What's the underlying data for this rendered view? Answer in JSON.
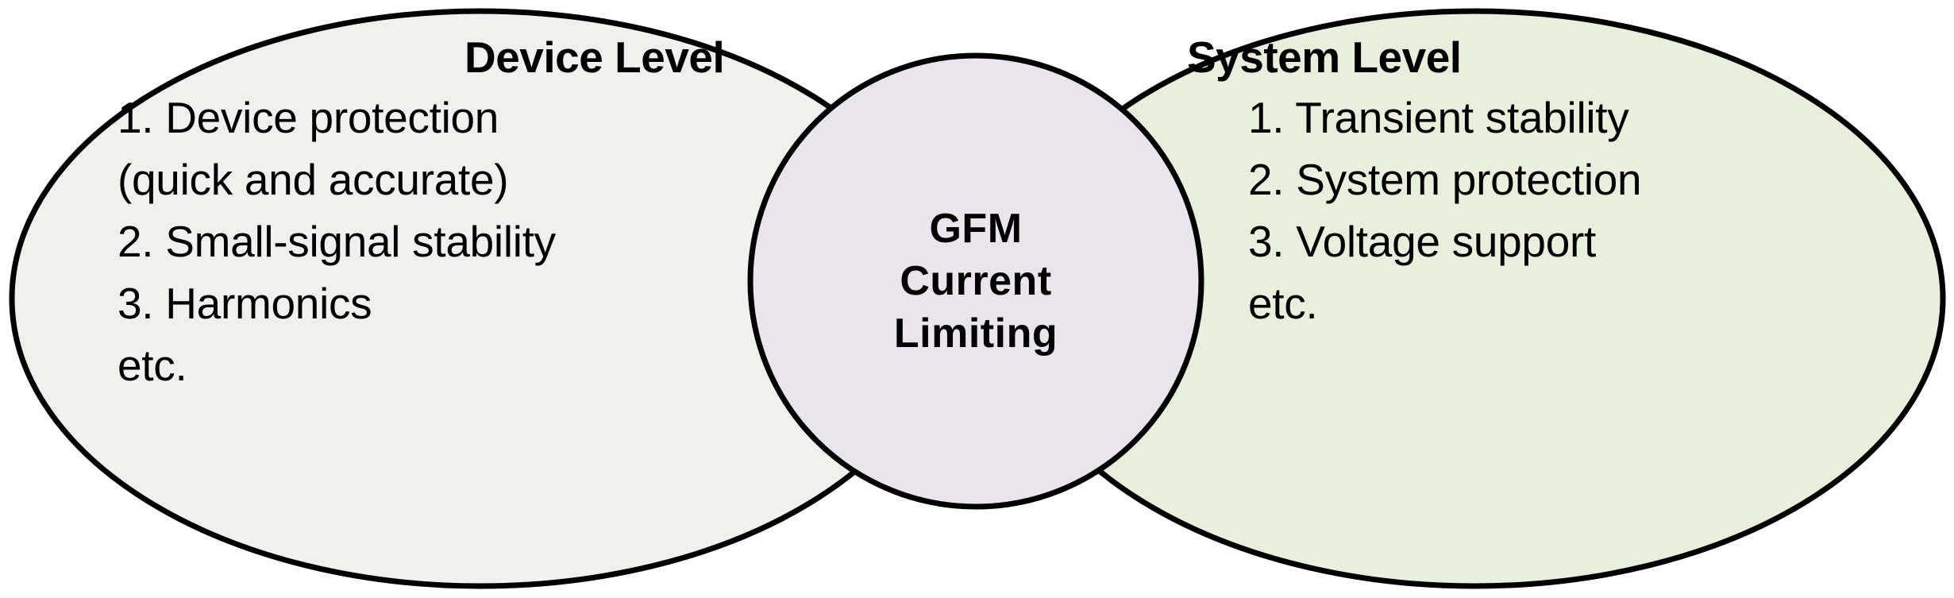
{
  "diagram": {
    "type": "venn",
    "title_center": [
      "GFM",
      "Current",
      "Limiting"
    ],
    "colors": {
      "left_fill": "#f0f0ef",
      "right_fill": "#e9efdd",
      "center_fill": "#eae4ec",
      "outline": "#000000",
      "text": "#000000"
    },
    "left": {
      "title": "Device Level",
      "items": [
        "1. Device protection",
        "(quick and accurate)",
        "2. Small-signal stability",
        "3. Harmonics",
        "etc."
      ]
    },
    "right": {
      "title": "System Level",
      "items": [
        "1. Transient stability",
        "2. System protection",
        "3. Voltage support",
        "etc."
      ]
    },
    "center": {
      "line1": "GFM",
      "line2": "Current",
      "line3": "Limiting"
    }
  }
}
